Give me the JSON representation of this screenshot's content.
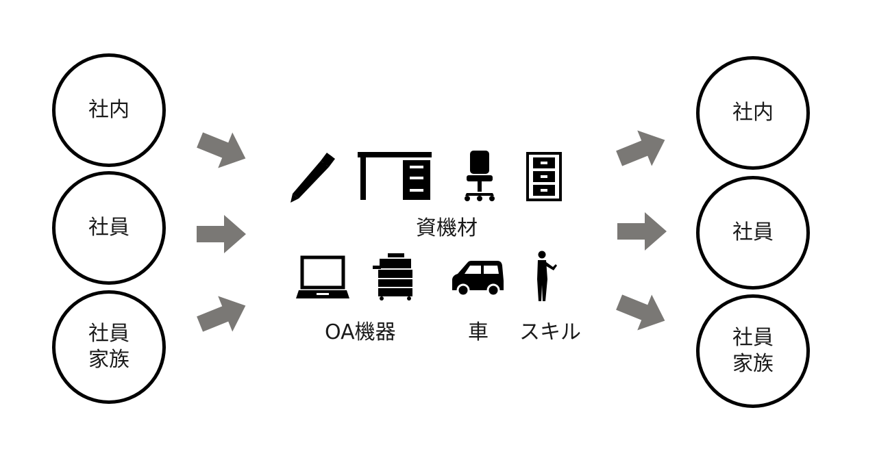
{
  "colors": {
    "arrow": "#7a7875",
    "icon": "#000000",
    "circle_border": "#000000"
  },
  "left_nodes": [
    "社内",
    "社員",
    "社員\n家族"
  ],
  "right_nodes": [
    "社内",
    "社員",
    "社員\n家族"
  ],
  "center": {
    "materials_icons": [
      "pen-icon",
      "desk-icon",
      "office-chair-icon",
      "cabinet-icon"
    ],
    "materials_label": "資機材",
    "bottom_icons": [
      "laptop-icon",
      "copier-icon",
      "car-icon",
      "person-presenting-icon"
    ],
    "oa_label": "OA機器",
    "car_label": "車",
    "skill_label": "スキル"
  }
}
